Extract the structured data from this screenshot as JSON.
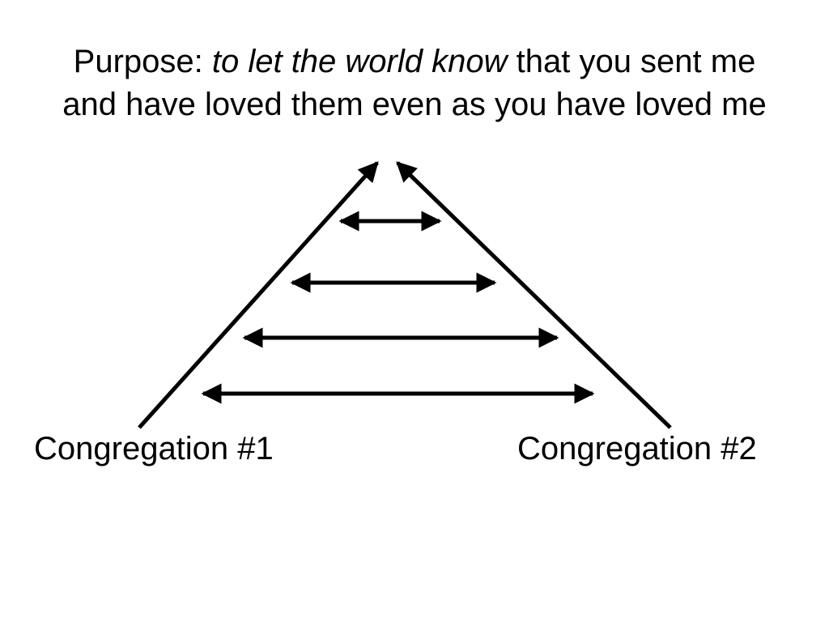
{
  "title": {
    "prefix": "Purpose: ",
    "emphasis": "to let the world know",
    "suffix": " that you sent me",
    "line2": "and have loved them even as you have loved me"
  },
  "labels": {
    "left": "Congregation #1",
    "right": "Congregation #2"
  },
  "colors": {
    "stroke": "#000000",
    "background": "#ffffff"
  }
}
